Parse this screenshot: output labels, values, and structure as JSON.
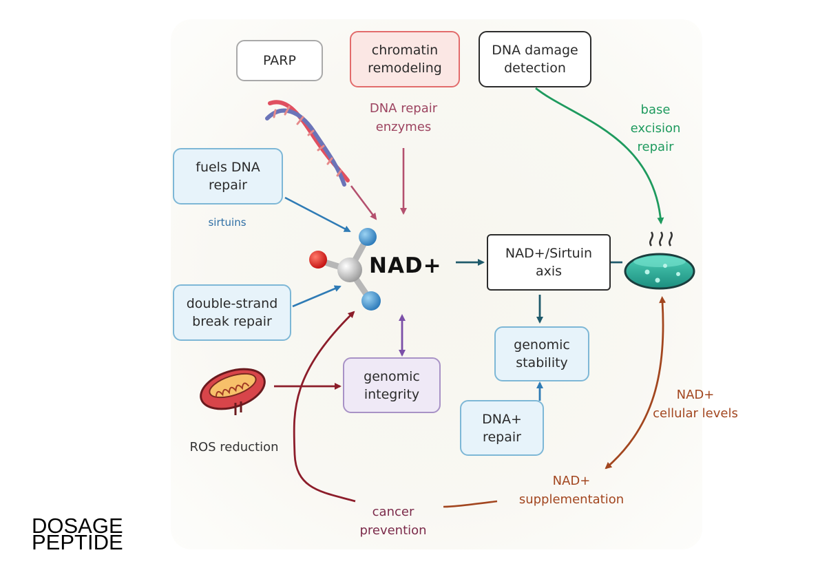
{
  "nodes": {
    "parp": "PARP",
    "chromatin": "chromatin\nremodeling",
    "dna_damage_detection": "DNA damage\ndetection",
    "fuels_dna_repair": "fuels DNA\nrepair",
    "double_strand": "double-strand\nbreak repair",
    "nad_sirtuin_axis": "NAD+/Sirtuin\naxis",
    "genomic_stability": "genomic\nstability",
    "genomic_integrity": "genomic\nintegrity",
    "dna_plus_repair": "DNA+\nrepair"
  },
  "center_label": "NAD+",
  "labels": {
    "dna_repair_enzymes": "DNA repair\nenzymes",
    "base_excision_repair": "base\nexcision\nrepair",
    "sirtuins": "sirtuins",
    "ros_reduction": "ROS reduction",
    "nad_cellular_levels": "NAD+\ncellular levels",
    "nad_supplementation": "NAD+\nsupplementation",
    "cancer_prevention": "cancer\nprevention"
  },
  "logo": {
    "line1": "DOSAGE",
    "line2": "PEPTIDE"
  },
  "colors": {
    "blue_arrow": "#2f7bb5",
    "red_arrow": "#b4506e",
    "green_arrow": "#1e9a5e",
    "teal_arrow": "#1f5a6b",
    "purple_arrow": "#7b4fa8",
    "dark_red_arrow": "#8c1d2a",
    "brown_arrow": "#a2461f",
    "cancer_curve": "#7b2a4a"
  }
}
